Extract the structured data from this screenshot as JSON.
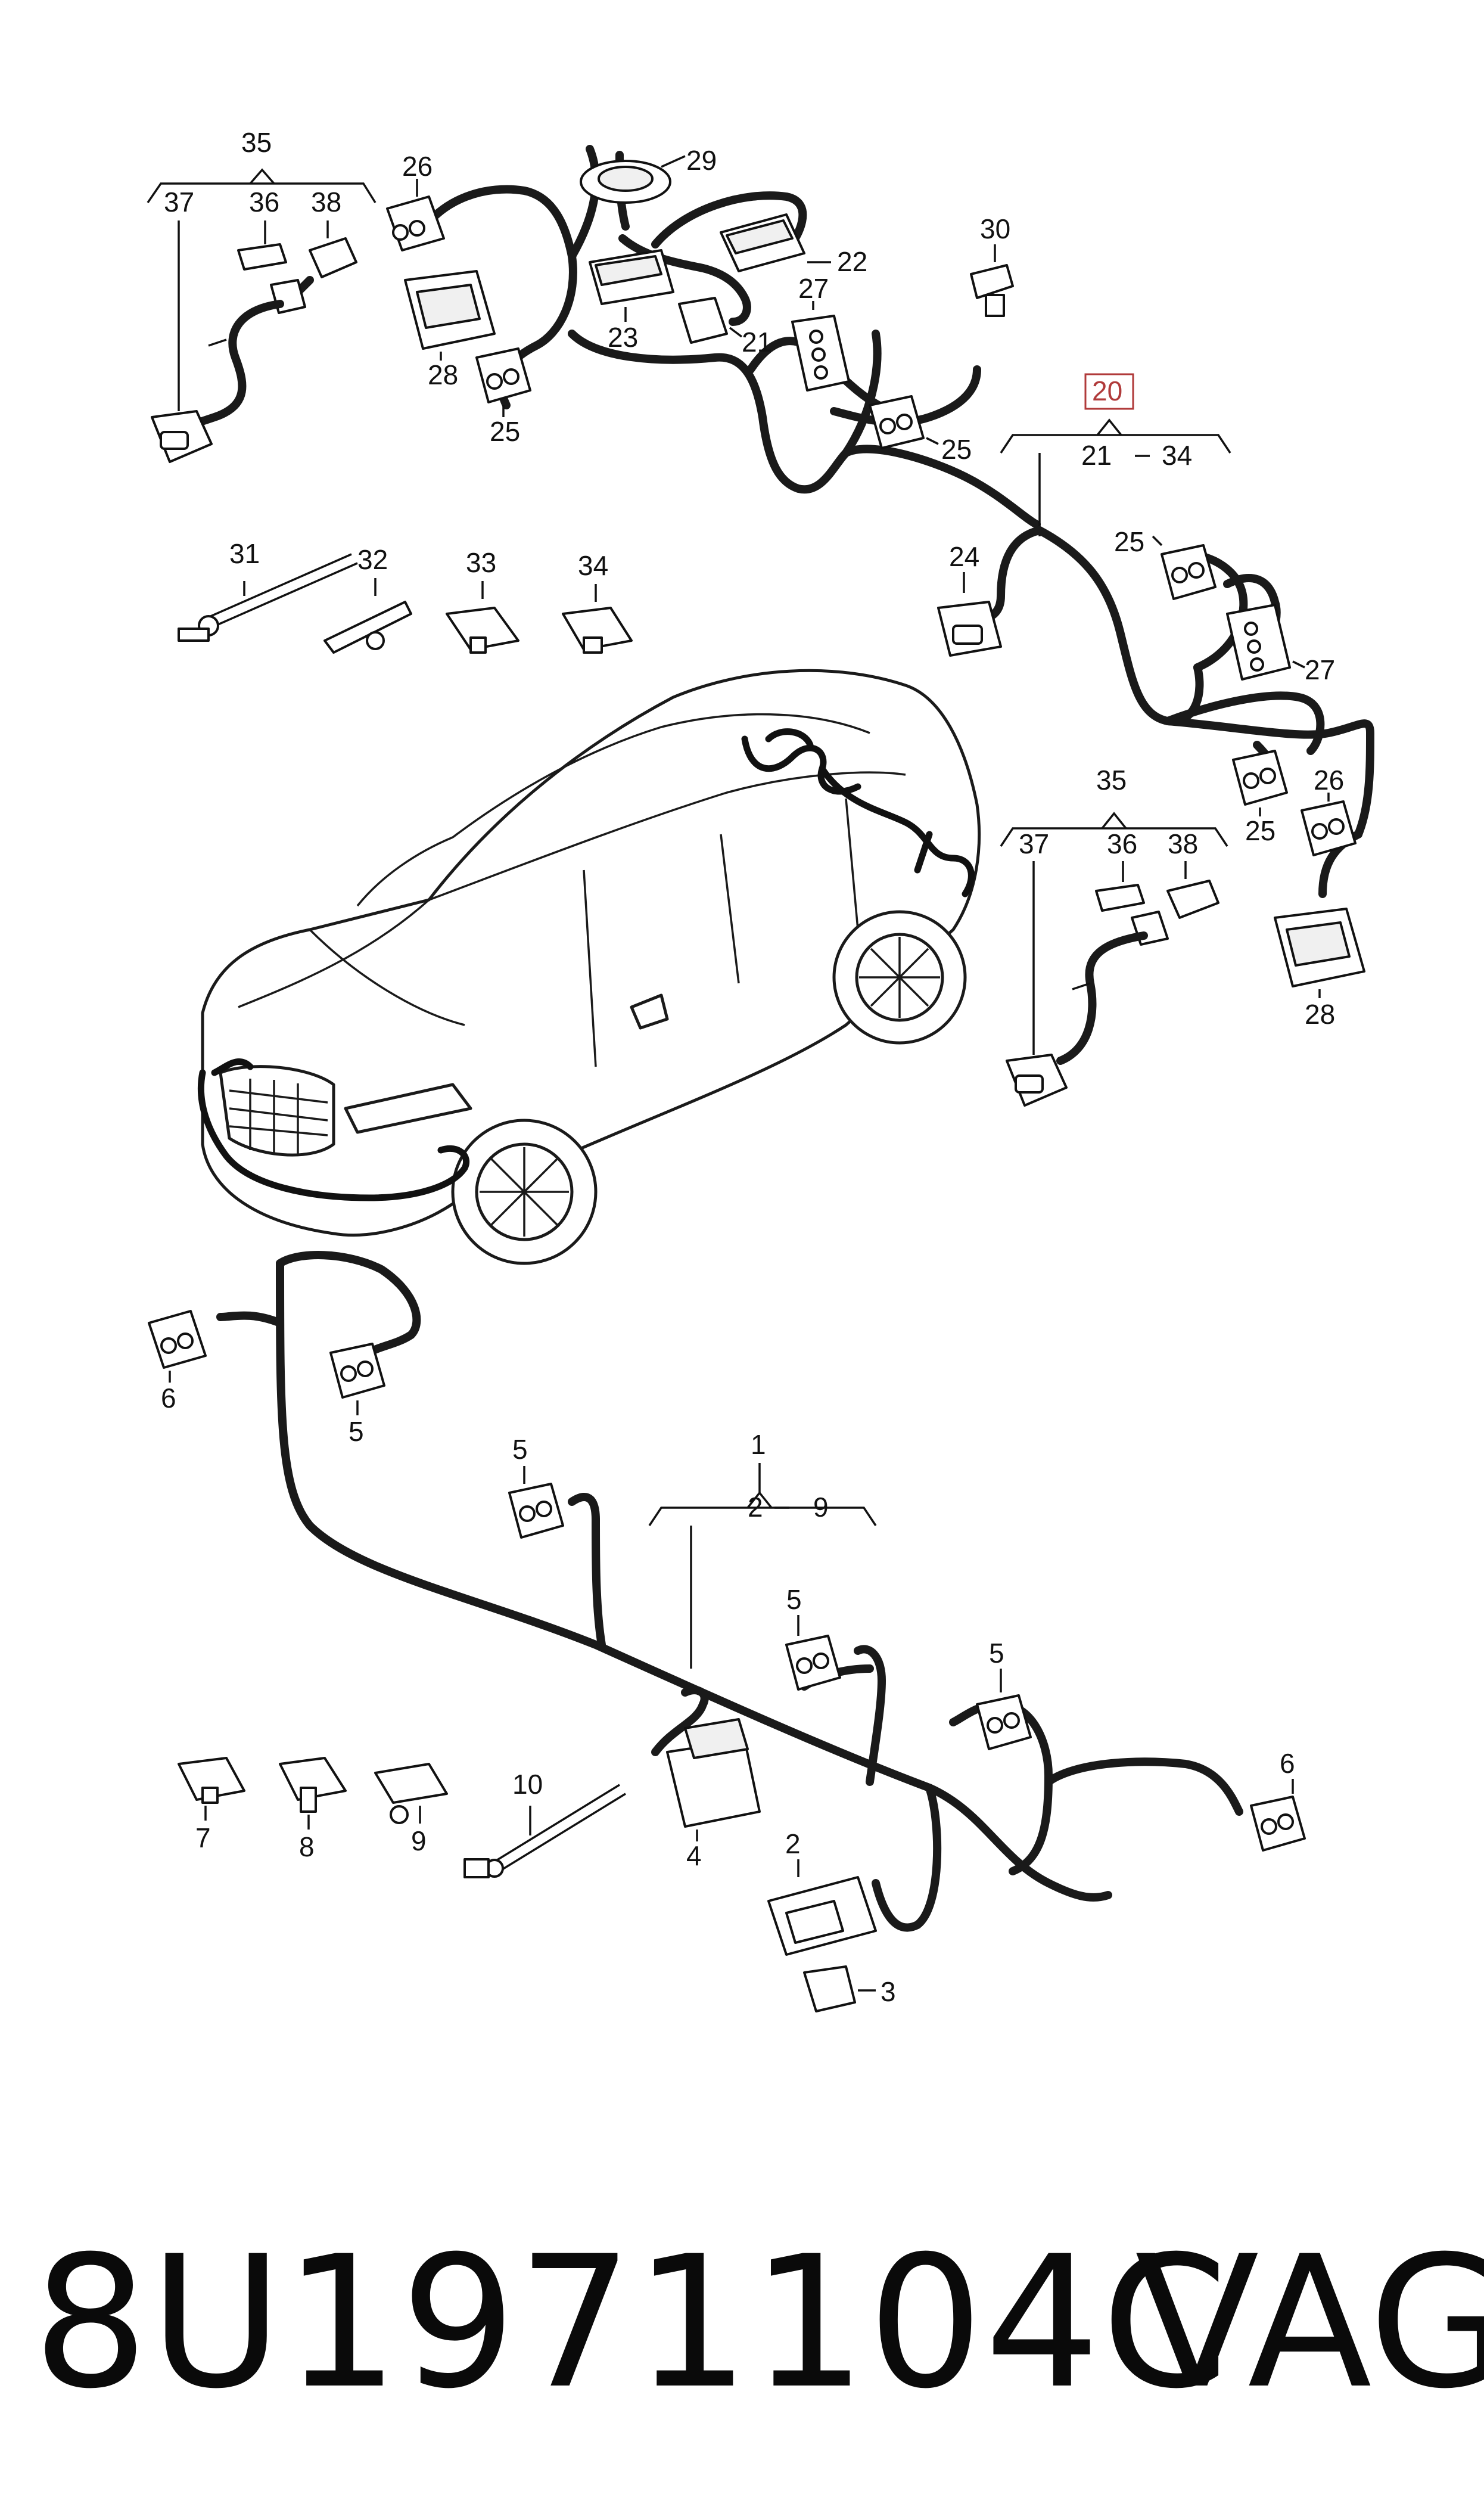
{
  "diagram": {
    "highlight_color": "#b03a3a",
    "ink_color": "#111111",
    "callouts": {
      "c35_top": "35",
      "c37_top": "37",
      "c36_top": "36",
      "c38_top": "38",
      "c26_top": "26",
      "c28_top": "28",
      "c25_top_left": "25",
      "c29": "29",
      "c22": "22",
      "c23": "23",
      "c21_top": "21",
      "c27_top": "27",
      "c25_top_mid": "25",
      "c30": "30",
      "c20": "20",
      "c21_range": "21",
      "c34_range": "34",
      "c31": "31",
      "c32": "32",
      "c33": "33",
      "c34": "34",
      "c24": "24",
      "c25_right": "25",
      "c27_right": "27",
      "c25_right2": "25",
      "c26_right": "26",
      "c35_right": "35",
      "c37_right": "37",
      "c36_right": "36",
      "c38_right": "38",
      "c28_right": "28",
      "c6_left": "6",
      "c5_left": "5",
      "c5_mid": "5",
      "c1": "1",
      "c2_range": "2",
      "c9_range": "9",
      "c5_center": "5",
      "c5_right": "5",
      "c6_right": "6",
      "c7": "7",
      "c8": "8",
      "c9": "9",
      "c10": "10",
      "c4": "4",
      "c2": "2",
      "c3": "3"
    }
  },
  "footer": {
    "part_number": "8U1971104C",
    "brand": "VAG"
  }
}
